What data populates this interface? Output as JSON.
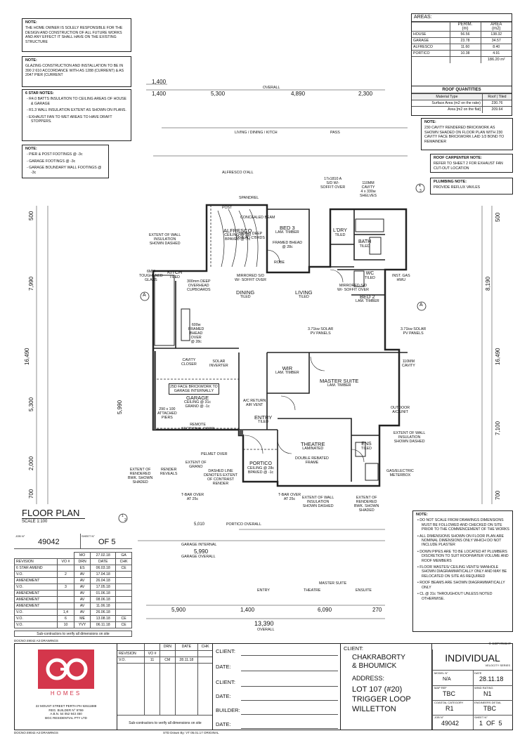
{
  "notes": {
    "owner": {
      "title": "NOTE:",
      "text": "THE HOME OWNER IS SOLELY RESPONSIBLE FOR THE DESIGN AND CONSTRUCTION OF ALL FUTURE WORKS AND ANY EFFECT IT SHALL HAVE ON THE EXISTING STRUCTURE"
    },
    "glazing": {
      "title": "NOTE:",
      "text": "GLAZING CONSTRUCTION AND INSTALLATION TO BE IN 390 2 610 ACCORDANCE WITH AS 1288 (CURRENT) & AS 2047 PIER (CURRENT"
    },
    "star": {
      "title": "6 STAR NOTES:",
      "items": [
        "R4.0 BATTS INSULATION TO CEILING AREAS OF HOUSE & GARAGE",
        "R1.3 WALL INSULATION EXTENT AS SHOWN ON PLANS.",
        "EXHAUST FAN TO WET AREAS TO HAVE DRAFT STOPPERS."
      ]
    },
    "footings": {
      "title": "NOTE:",
      "items": [
        "PIER & POST FOOTINGS @ -3c",
        "GARAGE FOOTINGS @ -3c",
        "GARAGE BOUNDARY WALL FOOTINGS @ -3c"
      ]
    },
    "cavity": {
      "title": "NOTE:",
      "text": "230 CAVITY RENDERED BRICKWORK AS SHOWN SHADED ON FLOOR PLAN WITH 230 CAVITY FACE BRICKWORK LAID 1/3 BOND TO REMAINDER"
    },
    "roof_carpenter": {
      "title": "ROOF CARPENTER NOTE:",
      "text": "REFER TO SHEET 2 FOR EXHAUST FAN CUT-OUT LOCATION"
    },
    "plumbing": {
      "title": "PLUMBING NOTE:",
      "text": "PROVIDE REFLUX VAVLES"
    },
    "general": {
      "title": "NOTE:",
      "items": [
        "DO NOT SCALE FROM DRAWINGS DIMENSIONS MUST BE FOLLOWED AND CHECKED ON SITE PRIOR TO THE COMMENCEMENT OF THE WORKS",
        "ALL DIMENSIONS SHOWN ON FLOOR PLAN ARE NOMINAL DIMENSIONS ONLY WHICH DO NOT INCLUDE PLASTER",
        "DOWN PIPES ARE TO BE LOCATED AT PLUMBERS DISCRETION TO SUIT ROOFWATER VOLUME AND ROOF MEMBERS",
        "FLOOR WASTES/ CEILING VENTS/ MANHOLE SHOWN DIAGRAMMATICALLY ONLY AND MAY BE RELOCATED ON SITE AS REQUIRED",
        "ROOF BEAMS ARE SHOWN DIAGRAMMATICALLY ONLY",
        "CL @ 31c THROUGHOUT UNLESS NOTED OTHERWISE."
      ]
    }
  },
  "areas": {
    "title": "AREAS:",
    "head_perim": "PERIM.",
    "head_perim_unit": "(m)",
    "head_area": "AREA",
    "head_area_unit": "(m2)",
    "rows": [
      {
        "name": "HOUSE",
        "perim": "56.56",
        "area": "138.32"
      },
      {
        "name": "GARAGE",
        "perim": "23.78",
        "area": "34.57"
      },
      {
        "name": "ALFRESCO",
        "perim": "11.60",
        "area": "8.40"
      },
      {
        "name": "PORTICO",
        "perim": "10.38",
        "area": "4.91"
      }
    ],
    "total": "186.20 m²"
  },
  "roof": {
    "title": "ROOF QUANTITIES",
    "h1": "Material Type",
    "h2": "Roof | Tiled",
    "rows": [
      {
        "name": "Surface Area (m2 on the rake)",
        "val": "230.76"
      },
      {
        "name": "Area [m2 on the flat]",
        "val": "209.64"
      }
    ]
  },
  "plan": {
    "title": "FLOOR PLAN",
    "scale": "SCALE 1:100",
    "rooms": {
      "alfresco": "ALFRESCO",
      "alfresco_sub": "CEILING @ 31c\nBPAVED @ -1c",
      "bed3": "BED 3",
      "bed3_sub": "LAM. TIMBER",
      "ldry": "L'DRY",
      "ldry_sub": "TILED",
      "bath": "BATH",
      "bath_sub": "TILED",
      "kitch": "KITCH",
      "kitch_sub": "TILED",
      "dining": "DINING",
      "dining_sub": "TILED",
      "living": "LIVING",
      "living_sub": "TILED",
      "bed2": "BED 2",
      "bed2_sub": "LAM. TIMBER",
      "wc": "WC",
      "wc_sub": "TILED",
      "wir": "WIR",
      "wir_sub": "LAM. TIMBER",
      "master": "MASTER SUITE",
      "master_sub": "LAM. TIMBER",
      "garage": "GARAGE",
      "garage_sub": "CEILING @ 31c\nGRANO @ -1c",
      "entry": "ENTRY",
      "entry_sub": "TILED",
      "theatre": "THEATRE",
      "theatre_sub": "LAMINATED",
      "ens": "ENS",
      "ens_sub": "TILED",
      "portico": "PORTICO",
      "portico_sub": "CEILING @ 28c\nBPAVED @ -1c"
    },
    "labels": {
      "spandrel": "SPANDREL",
      "post": "POST",
      "concealed": "CONCEALED BEAM",
      "alfresco_overall": "ALFRESCO O'ALL",
      "robe": "ROBE",
      "pass": "PASS",
      "solar": "3.71kw SOLAR\nPV PANELS",
      "solar2": "3.71kw SOLAR\nPV PANELS",
      "cavity_closer": "CAVITY\nCLOSER",
      "solar_inverter": "SOLAR\nINVERTER",
      "face_brick": "25D FACE BRICKWORK TO\nGARAGE INTERNALLY",
      "attached_piers": "290 x 100\nATTACHED\nPIERS",
      "sectional_door": "REMOTE\nSECTIONAL DOOR",
      "ac_return": "A/C RETURN\nAIR VENT",
      "outdoor_ac": "OUTDOOR\nA/C UNIT",
      "ext_wall_ins": "EXTENT OF WALL\nINSULATION\nSHOWN DASHED",
      "ext_wall_ins2": "EXTENT OF WALL\nINSULATION\nSHOWN DASHED",
      "ext_wall_ins3": "EXTENT OF WALL\nINSULATION\nSHOWN DASHED",
      "render_reveals": "RENDER\nREVEALS",
      "grano": "EXTENT OF\nGRANO",
      "rendered_bwk": "EXTENT OF\nRENDERED\nBWK. SHOWN\nSHADED",
      "rendered_bwk2": "EXTENT OF\nRENDERED\nBWK. SHOWN\nSHADED",
      "contrast": "DASHED LINE\nDENOTES EXTENT\nOF CONTRAST\nRENDER",
      "tbar": "T-BAR OVER\nAT 25c",
      "tbar2": "T-BAR OVER\nAT 25c",
      "double_frame": "DOUBLE REBATED\nFRAME",
      "meterbox": "GAS/ELECTRIC\nMETERBOX",
      "gas_hwu": "INST. GAS\nHWU",
      "mirrored": "MIRRORED S/D\nW/- SOFFIT OVER",
      "mirrored2": "MIRRORED S/D\nW/- SOFFIT OVER",
      "sd_soffit": "17x1810 A\nS/D W/-\nSOFFIT OVER",
      "shelves": "110MM\nCAVITY\n4 x 330w\nSHELVES",
      "deep_cbrds": "300mm DEEP\nO'HEAD C'BRDS",
      "overhead_cup": "300mm DEEP\nOVERHEAD\nCUPBOARDS",
      "framed_bhead": "FRAMED BHEAD\n@ 28c",
      "framed_bhead2": "600w\nFRAMED\nBHEAD\nOVER\n@ 28c",
      "toughened": "6MM\nTOUGHENED\nGLASS",
      "ext_insulation": "EXTENT OF WALL\nINSULATION\nSHOWN DASHED",
      "cavity110": "110MM\nCAVITY",
      "pmt_over": "PELMET OVER",
      "portico_overall": "PORTICO OVERALL",
      "garage_internal": "GARAGE INTERNAL",
      "garage_overall": "GARAGE OVERALL",
      "theatre_lbl": "THEATRE",
      "master_suite_lbl": "MASTER SUITE",
      "ensuite_lbl": "ENSUITE",
      "entry_lbl": "ENTRY",
      "overall": "OVERALL",
      "living_dining_kitch": "LIVING / DINING / KITCH"
    },
    "dims_top": [
      "1,400",
      "1,400",
      "5,300",
      "4,890",
      "2,300",
      "OVERALL"
    ],
    "dims_bottom": [
      "5,900",
      "1,400",
      "6,090",
      "270",
      "13,390",
      "OVERALL",
      "5,990",
      "5,010"
    ],
    "dims_left": [
      "16,490",
      "7,990",
      "5,300",
      "2,000",
      "700",
      "500",
      "5,990"
    ],
    "dims_right": [
      "16,490",
      "8,190",
      "7,100",
      "500",
      "700"
    ],
    "section_a": "A",
    "section_4": "4",
    "section_3": "3",
    "section_1": "1",
    "section_2": "2"
  },
  "revision": {
    "job_label": "JOB N°",
    "job": "49042",
    "sheet_label": "SHEET N°",
    "sheet": "OF 5",
    "heads": [
      "REVISION",
      "VO #",
      "DRN",
      "DATE",
      "CHK"
    ],
    "rows": [
      [
        "6 STAR AMEND",
        "",
        "ES",
        "06.03.18",
        "CE"
      ],
      [
        "V.O.",
        "2",
        "AV",
        "17.04.18",
        ""
      ],
      [
        "AMENDMENT",
        "",
        "AV",
        "26.04.18",
        ""
      ],
      [
        "V.O.",
        "3",
        "AV",
        "17.05.18",
        ""
      ],
      [
        "AMENDMENT",
        "",
        "AV",
        "01.06.18",
        ""
      ],
      [
        "AMENDMENT",
        "",
        "AV",
        "08.06.18",
        ""
      ],
      [
        "AMENDMENT",
        "",
        "AV",
        "11.06.18",
        ""
      ],
      [
        "V.O.",
        "1,4",
        "AV",
        "26.06.18",
        ""
      ],
      [
        "V.O.",
        "6",
        "ME",
        "13.08.18",
        "CE"
      ],
      [
        "V.O.",
        "10",
        "YVY",
        "06.11.18",
        "CE"
      ]
    ],
    "first_row": [
      "",
      "",
      "MO",
      "27.02.18",
      "GA"
    ],
    "sub_note": "Sub-contractors to verify all dimensions on site"
  },
  "titleblock": {
    "docno": "DOCNO:49042 A3 DRAWINGS",
    "docno2": "DOCNO:49042 A3 DRAWINGS",
    "logo_text": "HOMES",
    "address": "22 MOUNT STREET PERTH PH 92611888\nREG. BUILDER N° 9769\nA.B.N. 54 052 943 450\nBGC RESIDENTIAL PTY LTD",
    "rev_heads": [
      "REVISION",
      "VO #",
      "DRN",
      "DATE",
      "CHK"
    ],
    "rev_row": [
      "V.O.",
      "11",
      "CM",
      "28.11.18",
      ""
    ],
    "sub_note": "Sub-contractors to verify all dimensions on site",
    "std": "STD Drawn By: VT 05.01.17  ORIGINAL",
    "fields": [
      "CLIENT:",
      "DATE:",
      "CLIENT:",
      "DATE:",
      "BUILDER:",
      "DATE:"
    ],
    "client_label": "CLIENT:",
    "client": "CHAKRABORTY\n& BHOUMICK",
    "address_label": "ADDRESS:",
    "site_address": "LOT 107 (#20)\nTRIGGER LOOP\nWILLETTON",
    "copyright": "© COPYRIGHT",
    "series": "INDIVIDUAL",
    "series_sub": "VELOCITY SERIES",
    "model_label": "MODEL N°",
    "model": "N/A",
    "date_label": "DATE",
    "date": "28.11.18",
    "map_label": "MAP REF",
    "map": "TBC",
    "wind_label": "WIND RATING",
    "wind": "N1",
    "coastal_label": "COASTAL CATEGORY",
    "coastal": "R1",
    "eng_label": "ENGINEERS DETAIL",
    "eng": "TBC",
    "job_label": "JOB N°",
    "job": "49042",
    "sheet_label": "SHEET N°",
    "sheet": "1  OF  5"
  }
}
